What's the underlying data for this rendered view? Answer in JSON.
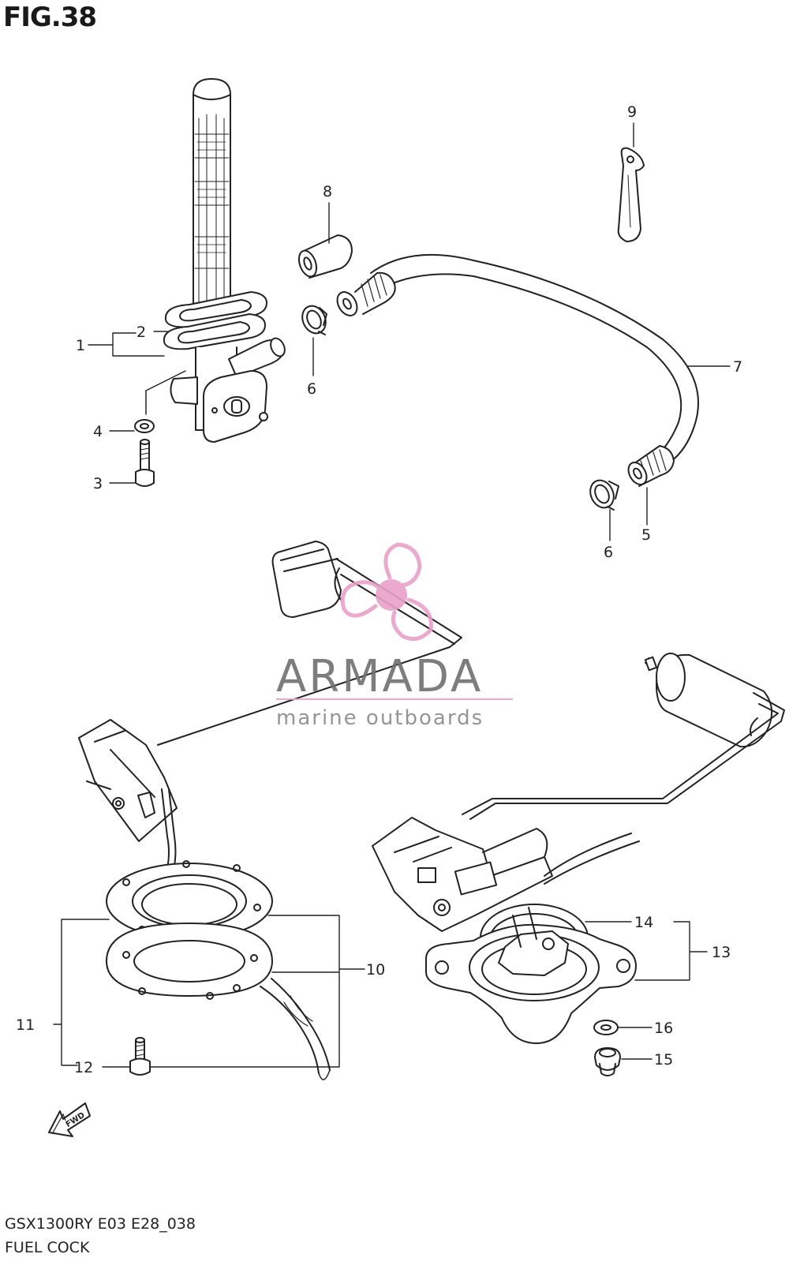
{
  "figure": {
    "title": "FIG.38",
    "model_code": "GSX1300RY E03 E28_038",
    "section_name": "FUEL COCK"
  },
  "watermark": {
    "brand": "ARMADA",
    "tagline": "marine outboards",
    "colors": {
      "logo": "#e8a0c8",
      "text": "#707070"
    }
  },
  "fwd_badge": "FWD",
  "callouts": [
    "1",
    "2",
    "3",
    "4",
    "5",
    "6",
    "6",
    "7",
    "8",
    "9",
    "10",
    "11",
    "12",
    "13",
    "14",
    "15",
    "16"
  ],
  "colors": {
    "line": "#222222",
    "background": "#ffffff"
  }
}
